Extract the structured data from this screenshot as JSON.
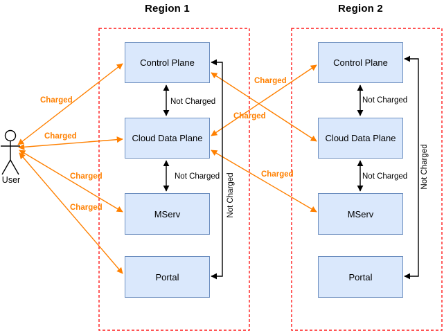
{
  "titles": {
    "region1": "Region 1",
    "region2": "Region 2"
  },
  "actor": {
    "label": "User"
  },
  "nodes": {
    "region1": [
      {
        "label": "Control Plane"
      },
      {
        "label": "Cloud Data Plane"
      },
      {
        "label": "MServ"
      },
      {
        "label": "Portal"
      }
    ],
    "region2": [
      {
        "label": "Control Plane"
      },
      {
        "label": "Cloud Data Plane"
      },
      {
        "label": "MServ"
      },
      {
        "label": "Portal"
      }
    ]
  },
  "edge_labels": {
    "charged": "Charged",
    "not_charged": "Not Charged"
  },
  "edges": [
    {
      "from": "User",
      "to": "Region 1 / Control Plane",
      "label": "Charged",
      "style": "orange-double-arrow"
    },
    {
      "from": "User",
      "to": "Region 1 / Cloud Data Plane",
      "label": "Charged",
      "style": "orange-double-arrow"
    },
    {
      "from": "User",
      "to": "Region 1 / MServ",
      "label": "Charged",
      "style": "orange-double-arrow"
    },
    {
      "from": "User",
      "to": "Region 1 / Portal",
      "label": "Charged",
      "style": "orange-double-arrow"
    },
    {
      "from": "Region 1 / Control Plane",
      "to": "Region 2 / Cloud Data Plane",
      "label": "Charged",
      "style": "orange-double-arrow"
    },
    {
      "from": "Region 1 / Cloud Data Plane",
      "to": "Region 2 / Control Plane",
      "label": "Charged",
      "style": "orange-double-arrow"
    },
    {
      "from": "Region 1 / Cloud Data Plane",
      "to": "Region 2 / MServ",
      "label": "Charged",
      "style": "orange-double-arrow"
    },
    {
      "from": "Region 1 / Control Plane",
      "to": "Region 1 / Cloud Data Plane",
      "label": "Not Charged",
      "style": "black-double-arrow"
    },
    {
      "from": "Region 1 / Cloud Data Plane",
      "to": "Region 1 / MServ",
      "label": "Not Charged",
      "style": "black-double-arrow"
    },
    {
      "from": "Region 1 / Control Plane",
      "to": "Region 1 / Portal",
      "label": "Not Charged",
      "style": "black-bent-double-arrow"
    },
    {
      "from": "Region 2 / Control Plane",
      "to": "Region 2 / Cloud Data Plane",
      "label": "Not Charged",
      "style": "black-double-arrow"
    },
    {
      "from": "Region 2 / Cloud Data Plane",
      "to": "Region 2 / MServ",
      "label": "Not Charged",
      "style": "black-double-arrow"
    },
    {
      "from": "Region 2 / Control Plane",
      "to": "Region 2 / Portal",
      "label": "Not Charged",
      "style": "black-bent-double-arrow"
    }
  ],
  "colors": {
    "charged_accent": "#FF8000",
    "not_charged": "#000000",
    "region_border": "#FF1A1A",
    "node_fill": "#DAE8FC",
    "node_border": "#6C8EBF",
    "background": "#FFFFFF"
  }
}
